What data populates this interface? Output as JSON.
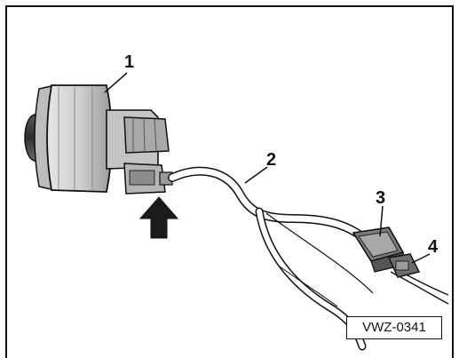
{
  "diagram": {
    "callouts": [
      {
        "id": "1"
      },
      {
        "id": "2"
      },
      {
        "id": "3"
      },
      {
        "id": "4"
      }
    ],
    "figure_id": "VWZ-0341",
    "arrow_direction": "up",
    "colors": {
      "outline": "#111111",
      "body_fill": "#d4d4d4",
      "dark_fill": "#7a7a7a",
      "arrow": "#1a1a1a"
    }
  }
}
